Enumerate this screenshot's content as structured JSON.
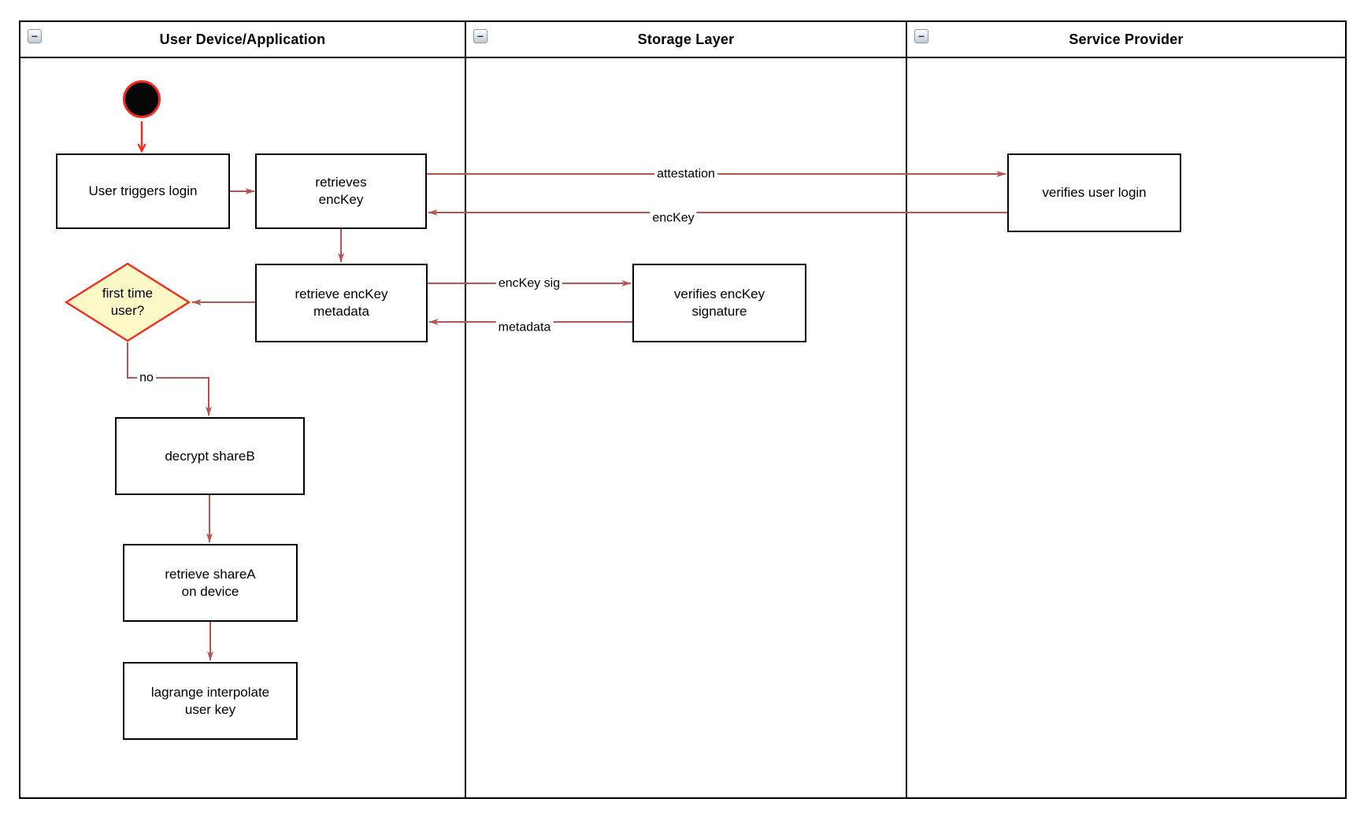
{
  "lanes": [
    {
      "title": "User Device/Application"
    },
    {
      "title": "Storage Layer"
    },
    {
      "title": "Service Provider"
    }
  ],
  "icons": {
    "collapse_glyph": "−"
  },
  "nodes": {
    "user_triggers_login": {
      "label": "User triggers login"
    },
    "retrieves_enckey": {
      "label": "retrieves\nencKey"
    },
    "retrieve_enckey_metadata": {
      "label": "retrieve encKey\nmetadata"
    },
    "first_time_user": {
      "label": "first time\nuser?"
    },
    "decrypt_shareb": {
      "label": "decrypt shareB"
    },
    "retrieve_sharea": {
      "label": "retrieve shareA\non device"
    },
    "lagrange_interpolate": {
      "label": "lagrange interpolate\nuser key"
    },
    "verifies_enckey_signature": {
      "label": "verifies encKey\nsignature"
    },
    "verifies_user_login": {
      "label": "verifies user login"
    }
  },
  "edges": {
    "attestation": {
      "label": "attestation"
    },
    "enckey": {
      "label": "encKey"
    },
    "enckey_sig": {
      "label": "encKey sig"
    },
    "metadata": {
      "label": "metadata"
    },
    "no": {
      "label": "no"
    }
  },
  "colors": {
    "edge": "#b85450",
    "accent": "#f5291c",
    "decision_fill": "#fdf9c6",
    "decision_border": "#f32c1e",
    "node_fill": "#ffffff",
    "node_border": "#000000",
    "lane_border": "#000000"
  }
}
